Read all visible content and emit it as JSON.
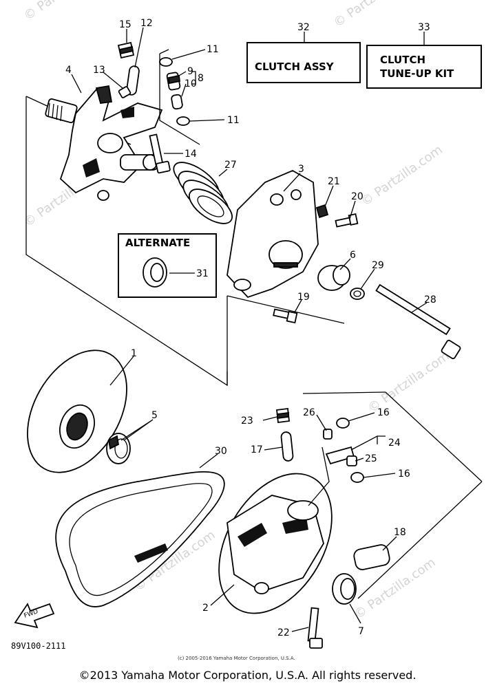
{
  "watermarks": [
    "© Partzilla.com",
    "© Partzilla.com",
    "© Partzilla.com",
    "© Partzilla.com",
    "© Partzilla.com",
    "© Partzilla.com",
    "© Partzilla.com",
    "© Partzilla.com",
    "© Partzilla.com",
    "© Partzilla.com"
  ],
  "boxes": {
    "clutch_assy": "CLUTCH ASSY",
    "clutch_tuneup_line1": "CLUTCH",
    "clutch_tuneup_line2": "TUNE-UP KIT",
    "alternate": "ALTERNATE"
  },
  "callouts": {
    "n1": "1",
    "n2": "2",
    "n3": "3",
    "n4": "4",
    "n5": "5",
    "n6": "6",
    "n7": "7",
    "n8": "8",
    "n9": "9",
    "n10": "10",
    "n11a": "11",
    "n11b": "11",
    "n12": "12",
    "n13": "13",
    "n14": "14",
    "n15": "15",
    "n16a": "16",
    "n16b": "16",
    "n17": "17",
    "n18": "18",
    "n19": "19",
    "n20": "20",
    "n21": "21",
    "n22": "22",
    "n23": "23",
    "n24": "24",
    "n25": "25",
    "n26": "26",
    "n27": "27",
    "n28": "28",
    "n29": "29",
    "n30": "30",
    "n31": "31",
    "n32": "32",
    "n33": "33"
  },
  "fwd": "FWD",
  "doc_number": "89V100-2111",
  "small_credit": "(c) 2005-2016 Yamaha Motor Corporation, U.S.A.",
  "copyright": "©2013 Yamaha Motor Corporation, U.S.A. All rights reserved."
}
